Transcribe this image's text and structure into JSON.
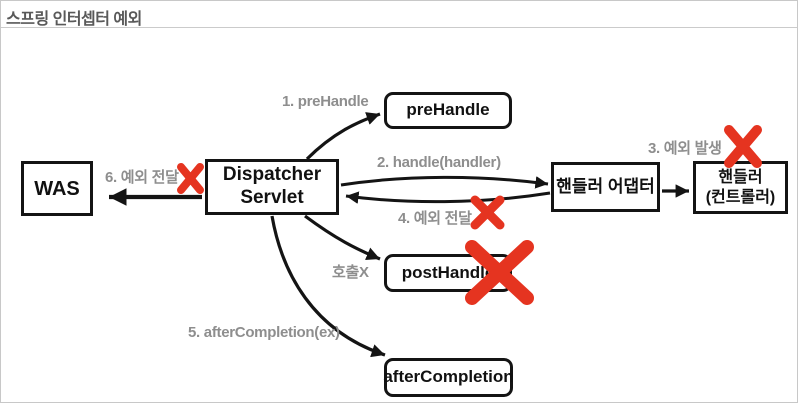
{
  "title": "스프링 인터셉터 예외",
  "colors": {
    "cross": "#e53420",
    "edge_label": "#8e8e8e",
    "box_border": "#141414",
    "frame_border": "#c8c8c8"
  },
  "nodes": {
    "was": {
      "label": "WAS"
    },
    "dispatcher": {
      "label": "Dispatcher Servlet"
    },
    "prehandle": {
      "label": "preHandle"
    },
    "handler_adapter": {
      "label": "핸들러 어댑터"
    },
    "handler": {
      "line1": "핸들러",
      "line2": "(컨트롤러)"
    },
    "posthandle": {
      "label": "postHandle"
    },
    "aftercompletion": {
      "label": "afterCompletion"
    }
  },
  "edge_labels": {
    "step1": "1. preHandle",
    "step2": "2. handle(handler)",
    "step3": "3. 예외 발생",
    "step4": "4. 예외 전달",
    "step5": "5. afterCompletion(ex)",
    "step6": "6. 예외 전달",
    "no_call": "호출X"
  }
}
